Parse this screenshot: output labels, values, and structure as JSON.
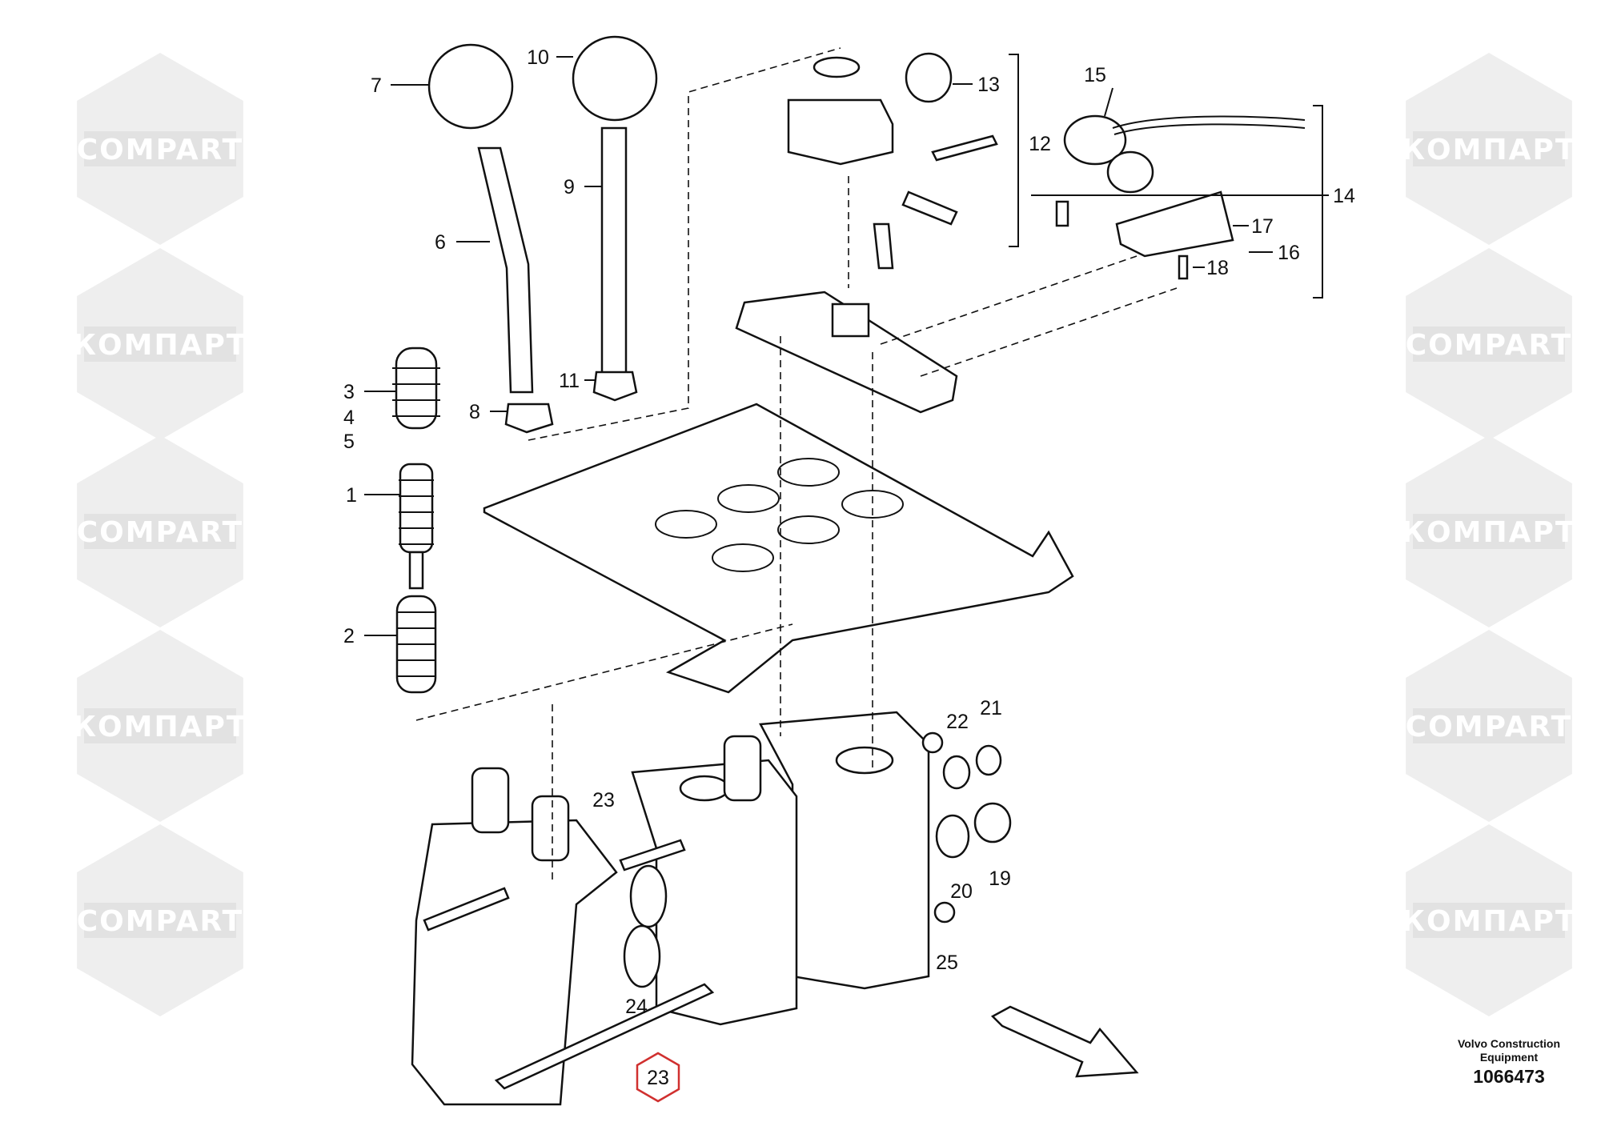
{
  "watermark": {
    "text_a": "COMPART",
    "text_b": "КОМПАРТ"
  },
  "callouts": [
    {
      "id": "7",
      "text": "7"
    },
    {
      "id": "10",
      "text": "10"
    },
    {
      "id": "13",
      "text": "13"
    },
    {
      "id": "12",
      "text": "12"
    },
    {
      "id": "15",
      "text": "15"
    },
    {
      "id": "14",
      "text": "14"
    },
    {
      "id": "17",
      "text": "17"
    },
    {
      "id": "16",
      "text": "16"
    },
    {
      "id": "18",
      "text": "18"
    },
    {
      "id": "9",
      "text": "9"
    },
    {
      "id": "6",
      "text": "6"
    },
    {
      "id": "3",
      "text": "3"
    },
    {
      "id": "4",
      "text": "4"
    },
    {
      "id": "5",
      "text": "5"
    },
    {
      "id": "8",
      "text": "8"
    },
    {
      "id": "11",
      "text": "11"
    },
    {
      "id": "1",
      "text": "1"
    },
    {
      "id": "2",
      "text": "2"
    },
    {
      "id": "21",
      "text": "21"
    },
    {
      "id": "22",
      "text": "22"
    },
    {
      "id": "23a",
      "text": "23"
    },
    {
      "id": "19",
      "text": "19"
    },
    {
      "id": "20",
      "text": "20"
    },
    {
      "id": "25",
      "text": "25"
    },
    {
      "id": "24",
      "text": "24"
    },
    {
      "id": "23b",
      "text": "23",
      "highlighted": true
    }
  ],
  "highlight_color": "#d0302f",
  "credit": {
    "line1": "Volvo Construction",
    "line2": "Equipment",
    "number": "1066473"
  }
}
